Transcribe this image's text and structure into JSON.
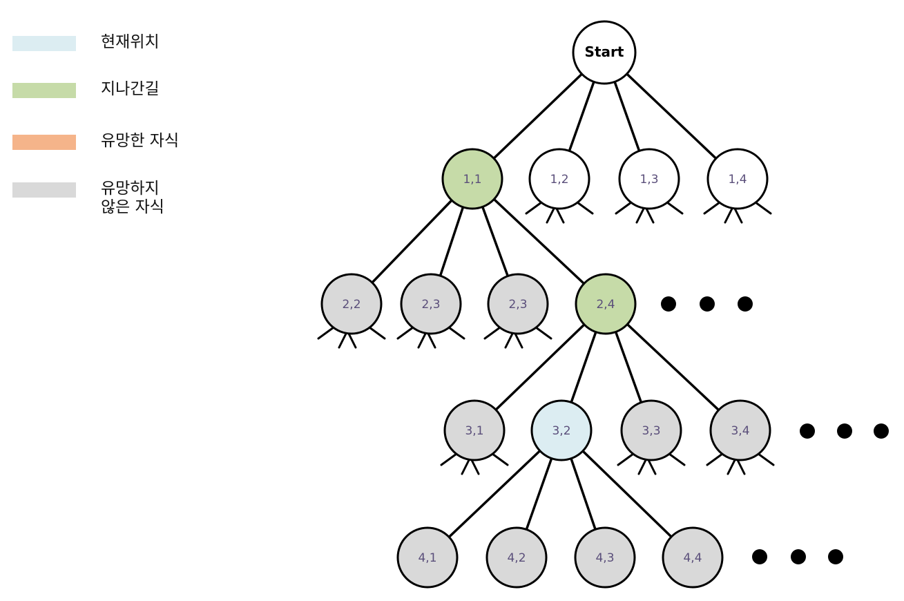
{
  "colors": {
    "current": "#dcedf2",
    "visited": "#c6dba8",
    "promising": "#f5b48a",
    "not_promising": "#d9d9d9",
    "default": "#ffffff",
    "stroke": "#000000"
  },
  "legend": [
    {
      "label": "현재위치",
      "color": "current"
    },
    {
      "label": "지나간길",
      "color": "visited"
    },
    {
      "label": "유망한 자식",
      "color": "promising"
    },
    {
      "label": "유망하지\n않은 자식",
      "color": "not_promising"
    }
  ],
  "tree": {
    "nodes": [
      {
        "id": "start",
        "label": "Start",
        "state": "default",
        "root": true
      },
      {
        "id": "n1_1",
        "label": "1,1",
        "state": "visited",
        "parent": "start"
      },
      {
        "id": "n1_2",
        "label": "1,2",
        "state": "default",
        "parent": "start",
        "stubs": true
      },
      {
        "id": "n1_3",
        "label": "1,3",
        "state": "default",
        "parent": "start",
        "stubs": true
      },
      {
        "id": "n1_4",
        "label": "1,4",
        "state": "default",
        "parent": "start",
        "stubs": true
      },
      {
        "id": "n2_2",
        "label": "2,2",
        "state": "not_promising",
        "parent": "n1_1",
        "stubs": true
      },
      {
        "id": "n2_3a",
        "label": "2,3",
        "state": "not_promising",
        "parent": "n1_1",
        "stubs": true
      },
      {
        "id": "n2_3b",
        "label": "2,3",
        "state": "not_promising",
        "parent": "n1_1",
        "stubs": true
      },
      {
        "id": "n2_4",
        "label": "2,4",
        "state": "visited",
        "parent": "n1_1"
      },
      {
        "id": "n3_1",
        "label": "3,1",
        "state": "not_promising",
        "parent": "n2_4",
        "stubs": true
      },
      {
        "id": "n3_2",
        "label": "3,2",
        "state": "current",
        "parent": "n2_4"
      },
      {
        "id": "n3_3",
        "label": "3,3",
        "state": "not_promising",
        "parent": "n2_4",
        "stubs": true
      },
      {
        "id": "n3_4",
        "label": "3,4",
        "state": "not_promising",
        "parent": "n2_4",
        "stubs": true
      },
      {
        "id": "n4_1",
        "label": "4,1",
        "state": "not_promising",
        "parent": "n3_2"
      },
      {
        "id": "n4_2",
        "label": "4,2",
        "state": "not_promising",
        "parent": "n3_2"
      },
      {
        "id": "n4_3",
        "label": "4,3",
        "state": "not_promising",
        "parent": "n3_2"
      },
      {
        "id": "n4_4",
        "label": "4,4",
        "state": "not_promising",
        "parent": "n3_2"
      }
    ]
  }
}
